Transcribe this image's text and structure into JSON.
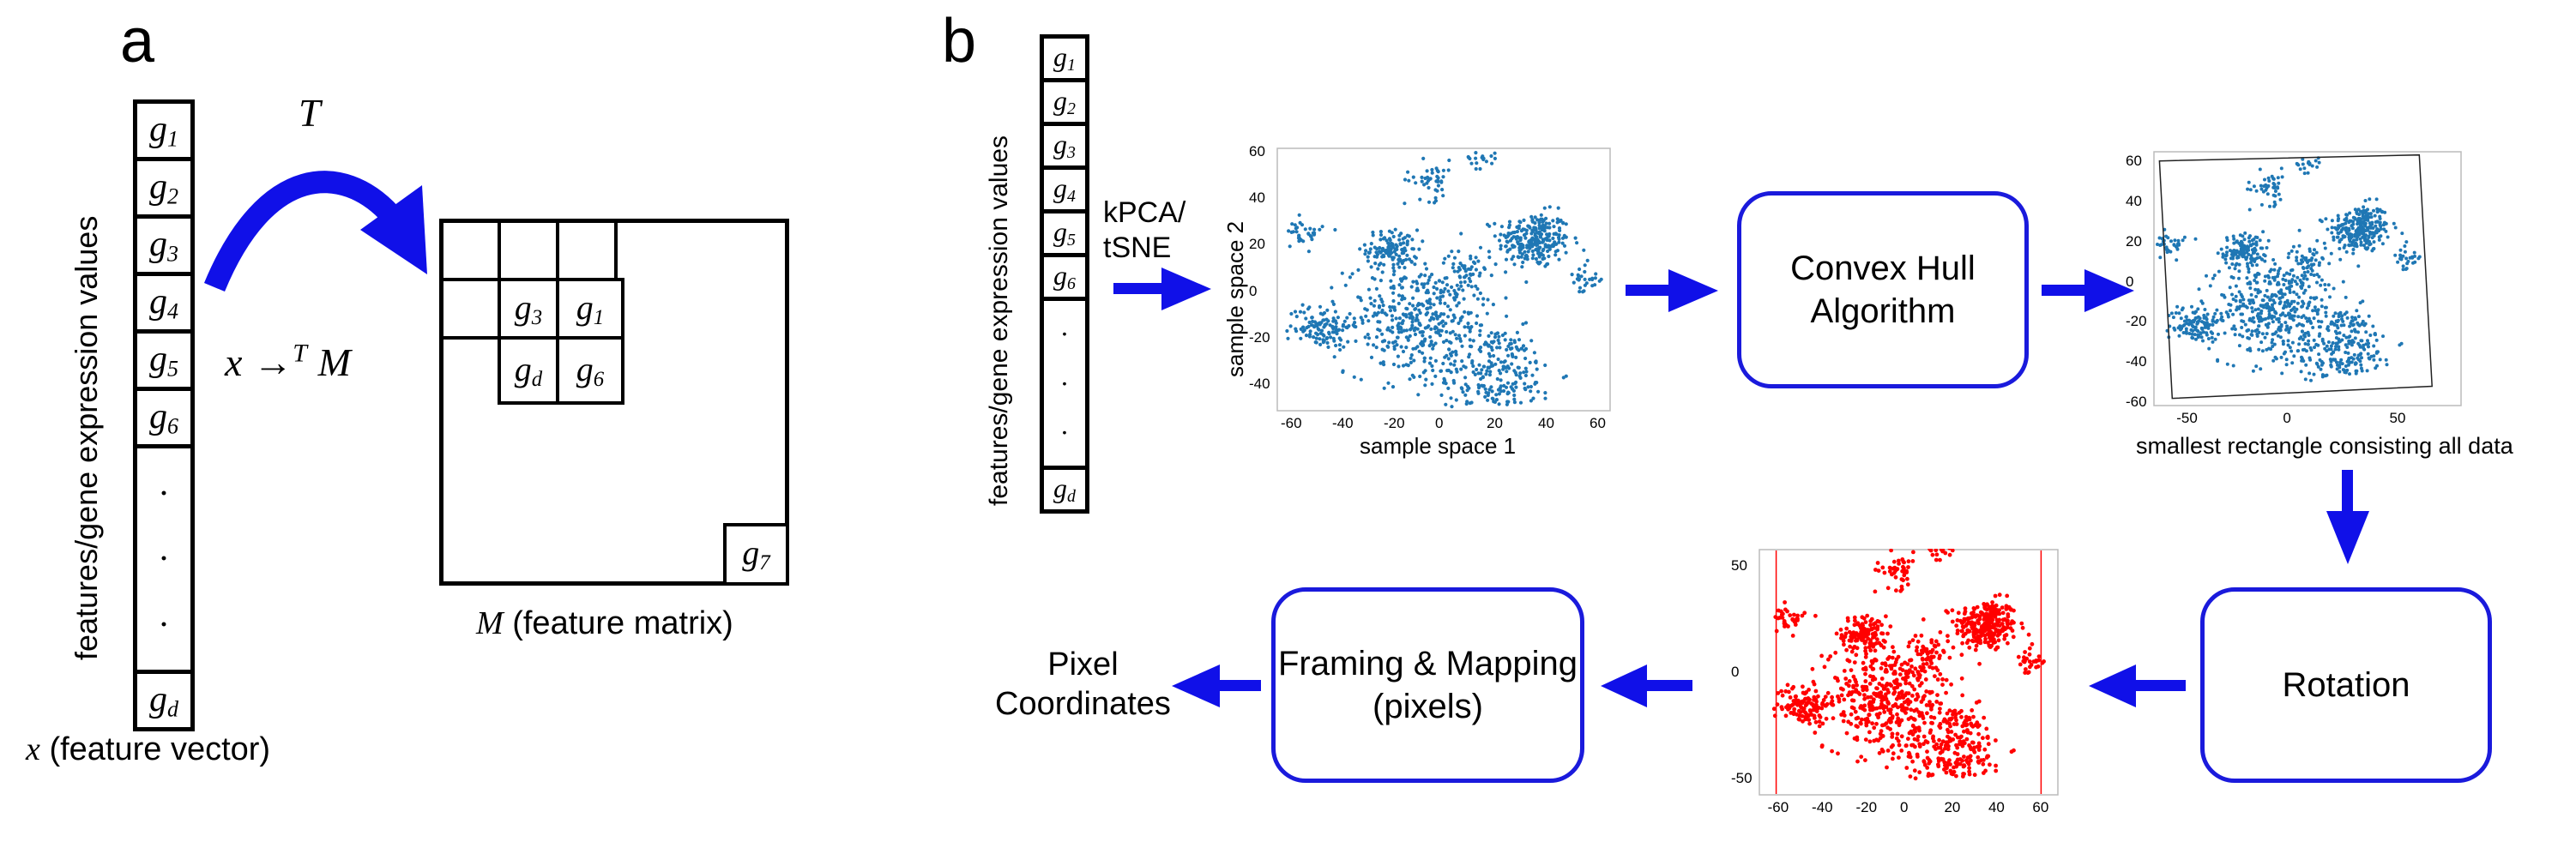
{
  "panel_a": {
    "label": "a",
    "vertical_label": "features/gene expression values",
    "vector_cells": [
      {
        "base": "g",
        "sub": "1"
      },
      {
        "base": "g",
        "sub": "2"
      },
      {
        "base": "g",
        "sub": "3"
      },
      {
        "base": "g",
        "sub": "4"
      },
      {
        "base": "g",
        "sub": "5"
      },
      {
        "base": "g",
        "sub": "6"
      },
      {
        "base": "·",
        "sub": ""
      },
      {
        "base": "g",
        "sub": "d"
      }
    ],
    "vector_caption_var": "x",
    "vector_caption_text": "(feature vector)",
    "transform_symbol": "T",
    "mapping_x": "x",
    "mapping_arrow": "→",
    "mapping_sup": "T",
    "mapping_m": "M",
    "matrix_cells": [
      {
        "base": "g",
        "sub": "3"
      },
      {
        "base": "g",
        "sub": "1"
      },
      {
        "base": "g",
        "sub": "d"
      },
      {
        "base": "g",
        "sub": "6"
      },
      {
        "base": "g",
        "sub": "7"
      }
    ],
    "matrix_caption_var": "M",
    "matrix_caption_text": "(feature matrix)",
    "arrow_color": "#1010e8"
  },
  "panel_b": {
    "label": "b",
    "vertical_label": "features/gene expression values",
    "step1_label_line1": "kPCA/",
    "step1_label_line2": "tSNE",
    "convex_hull_line1": "Convex Hull",
    "convex_hull_line2": "Algorithm",
    "rotation": "Rotation",
    "framing_line1": "Framing & Mapping",
    "framing_line2": "(pixels)",
    "output_line1": "Pixel",
    "output_line2": "Coordinates",
    "scatter1_xlabel": "sample space 1",
    "scatter1_ylabel": "sample space 2",
    "scatter2_caption": "smallest rectangle consisting all data",
    "accent": "#1a1adc",
    "point_color_blue": "#1f77b4",
    "point_color_red": "#ff0000"
  },
  "chart_data": [
    {
      "type": "scatter",
      "name_hint": "tsne-projection",
      "xticks": [
        "-60",
        "-40",
        "-20",
        "0",
        "20",
        "40",
        "60"
      ],
      "yticks": [
        "60",
        "40",
        "20",
        "0",
        "-20",
        "-40"
      ],
      "xlabel": "sample space 1",
      "ylabel": "sample space 2",
      "xlim": [
        -65,
        65
      ],
      "ylim": [
        -52,
        62
      ],
      "clusters": [
        {
          "x": 35,
          "y": 22,
          "sd": 7,
          "n": 260
        },
        {
          "x": -20,
          "y": 18,
          "sd": 5,
          "n": 120
        },
        {
          "x": -10,
          "y": -12,
          "sd": 14,
          "n": 420
        },
        {
          "x": -48,
          "y": -15,
          "sd": 6,
          "n": 110
        },
        {
          "x": 20,
          "y": -35,
          "sd": 12,
          "n": 260
        },
        {
          "x": -5,
          "y": 48,
          "sd": 5,
          "n": 45
        },
        {
          "x": 15,
          "y": 58,
          "sd": 3,
          "n": 25
        },
        {
          "x": -55,
          "y": 25,
          "sd": 4,
          "n": 40
        },
        {
          "x": 10,
          "y": 10,
          "sd": 4,
          "n": 40
        },
        {
          "x": 55,
          "y": 5,
          "sd": 4,
          "n": 30
        }
      ]
    },
    {
      "type": "scatter",
      "name_hint": "bounding-rectangle",
      "xticks": [
        "-50",
        "0",
        "50"
      ],
      "yticks": [
        "60",
        "40",
        "20",
        "0",
        "-20",
        "-40",
        "-60"
      ],
      "xlim": [
        -65,
        80
      ],
      "ylim": [
        -62,
        65
      ]
    },
    {
      "type": "scatter",
      "name_hint": "rotated-framed",
      "xticks": [
        "-60",
        "-40",
        "-20",
        "0",
        "20",
        "40",
        "60"
      ],
      "yticks": [
        "50",
        "0",
        "-50"
      ],
      "xlim": [
        -68,
        68
      ],
      "ylim": [
        -58,
        58
      ]
    }
  ]
}
